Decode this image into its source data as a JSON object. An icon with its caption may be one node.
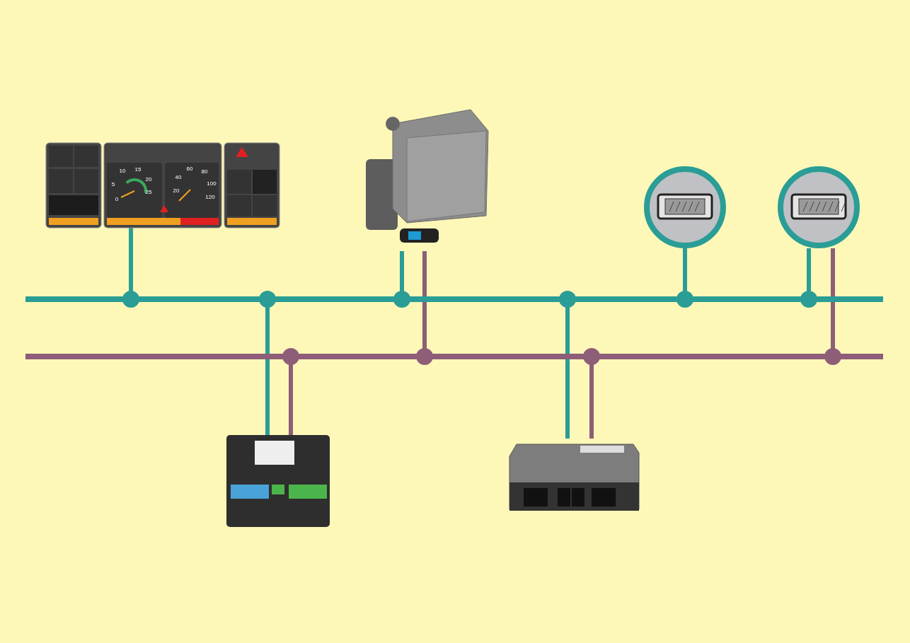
{
  "diagram": {
    "nodes": [
      {
        "text": [],
        "shape": "picture"
      },
      {
        "text": [],
        "shape": "picture"
      },
      {
        "text": [],
        "shape": "picture"
      },
      {
        "text": [],
        "shape": "picture"
      },
      {
        "text": [],
        "shape": "line"
      },
      {
        "text": [],
        "shape": "line"
      },
      {
        "text": [],
        "shape": "picture"
      },
      {
        "text": [],
        "shape": "picture"
      }
    ],
    "edges": [
      {
        "from": 0,
        "to": 4,
        "arrow": "other"
      },
      {
        "from": 1,
        "to": 4,
        "arrow": "other"
      },
      {
        "from": 1,
        "to": 5,
        "arrow": "other",
        "color": "#8e5e78"
      },
      {
        "from": 2,
        "to": 4,
        "arrow": "other"
      },
      {
        "from": 3,
        "to": 4,
        "arrow": "other"
      },
      {
        "from": 3,
        "to": 5,
        "arrow": "other",
        "color": "#8e5e78"
      },
      {
        "from": 6,
        "to": 4,
        "arrow": "other"
      },
      {
        "from": 6,
        "to": 5,
        "arrow": "other",
        "color": "#8e5e78"
      },
      {
        "from": 7,
        "to": 4,
        "arrow": "other"
      },
      {
        "from": 7,
        "to": 5,
        "arrow": "other",
        "color": "#8e5e78"
      }
    ],
    "labels": [
      "0",
      "5",
      "10",
      "15",
      "20",
      "25",
      "20",
      "40",
      "60",
      "80",
      "100",
      "120"
    ]
  }
}
